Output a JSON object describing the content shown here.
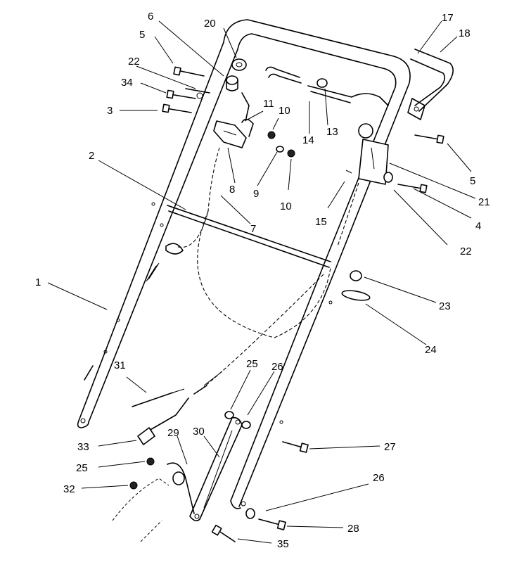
{
  "callouts": [
    {
      "id": "c1",
      "text": "1"
    },
    {
      "id": "c2",
      "text": "2"
    },
    {
      "id": "c3",
      "text": "3"
    },
    {
      "id": "c4",
      "text": "4"
    },
    {
      "id": "c5a",
      "text": "5"
    },
    {
      "id": "c5b",
      "text": "5"
    },
    {
      "id": "c6",
      "text": "6"
    },
    {
      "id": "c7",
      "text": "7"
    },
    {
      "id": "c8",
      "text": "8"
    },
    {
      "id": "c9",
      "text": "9"
    },
    {
      "id": "c10a",
      "text": "10"
    },
    {
      "id": "c10b",
      "text": "10"
    },
    {
      "id": "c11",
      "text": "11"
    },
    {
      "id": "c13",
      "text": "13"
    },
    {
      "id": "c14",
      "text": "14"
    },
    {
      "id": "c15",
      "text": "15"
    },
    {
      "id": "c17",
      "text": "17"
    },
    {
      "id": "c18",
      "text": "18"
    },
    {
      "id": "c20",
      "text": "20"
    },
    {
      "id": "c21",
      "text": "21"
    },
    {
      "id": "c22a",
      "text": "22"
    },
    {
      "id": "c22b",
      "text": "22"
    },
    {
      "id": "c23",
      "text": "23"
    },
    {
      "id": "c24",
      "text": "24"
    },
    {
      "id": "c25a",
      "text": "25"
    },
    {
      "id": "c25b",
      "text": "25"
    },
    {
      "id": "c26a",
      "text": "26"
    },
    {
      "id": "c26b",
      "text": "26"
    },
    {
      "id": "c27",
      "text": "27"
    },
    {
      "id": "c28",
      "text": "28"
    },
    {
      "id": "c29",
      "text": "29"
    },
    {
      "id": "c30",
      "text": "30"
    },
    {
      "id": "c31",
      "text": "31"
    },
    {
      "id": "c32",
      "text": "32"
    },
    {
      "id": "c33",
      "text": "33"
    },
    {
      "id": "c34",
      "text": "34"
    },
    {
      "id": "c35",
      "text": "35"
    }
  ]
}
